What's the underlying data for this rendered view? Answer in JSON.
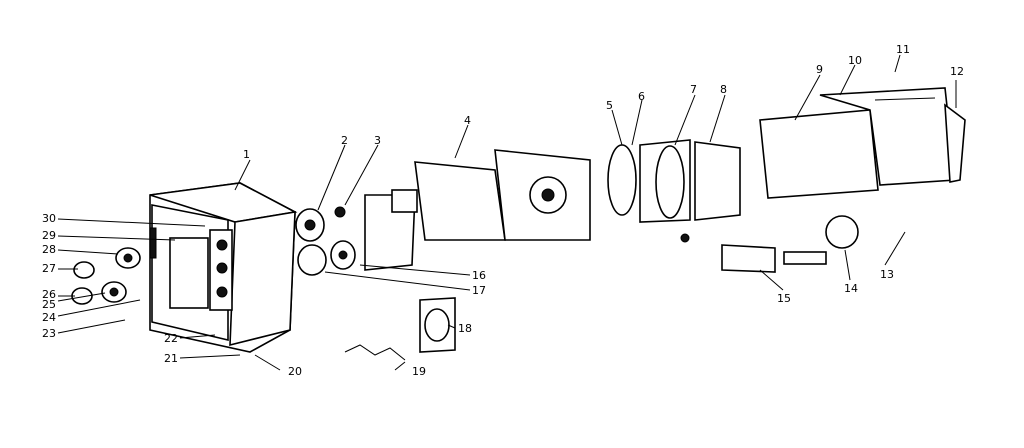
{
  "diagram": {
    "type": "exploded-parts-diagram",
    "callouts": [
      "1",
      "2",
      "3",
      "4",
      "5",
      "6",
      "7",
      "8",
      "9",
      "10",
      "11",
      "12",
      "13",
      "14",
      "15",
      "16",
      "17",
      "18",
      "19",
      "20",
      "21",
      "22",
      "23",
      "24",
      "25",
      "26",
      "27",
      "28",
      "29",
      "30"
    ]
  }
}
